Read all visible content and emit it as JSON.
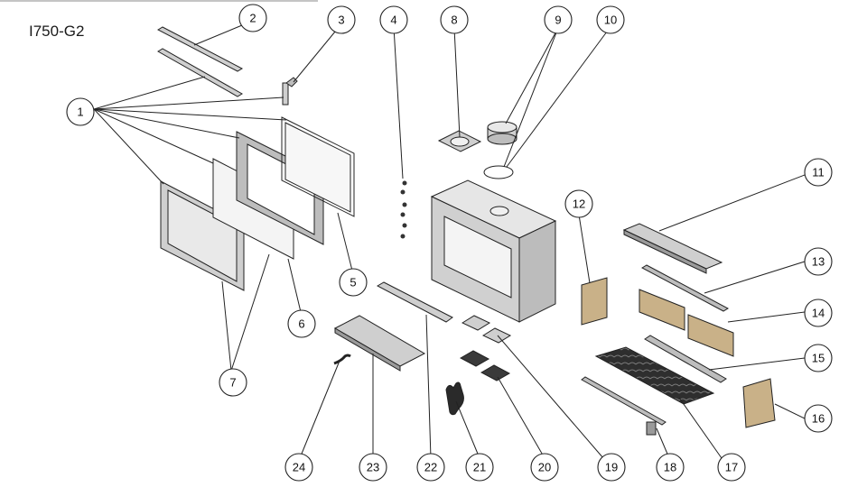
{
  "model": "I750-G2",
  "callouts": [
    "1",
    "2",
    "3",
    "4",
    "5",
    "6",
    "7",
    "8",
    "9",
    "10",
    "11",
    "12",
    "13",
    "14",
    "15",
    "16",
    "17",
    "18",
    "19",
    "20",
    "21",
    "22",
    "23",
    "24"
  ],
  "colors": {
    "line": "#222222",
    "metal": "#d4d4d4",
    "metal_dark": "#9a9a9a",
    "brick": "#c9b188",
    "brick_dark": "#a88f63",
    "casting": "#3a3a3a"
  }
}
